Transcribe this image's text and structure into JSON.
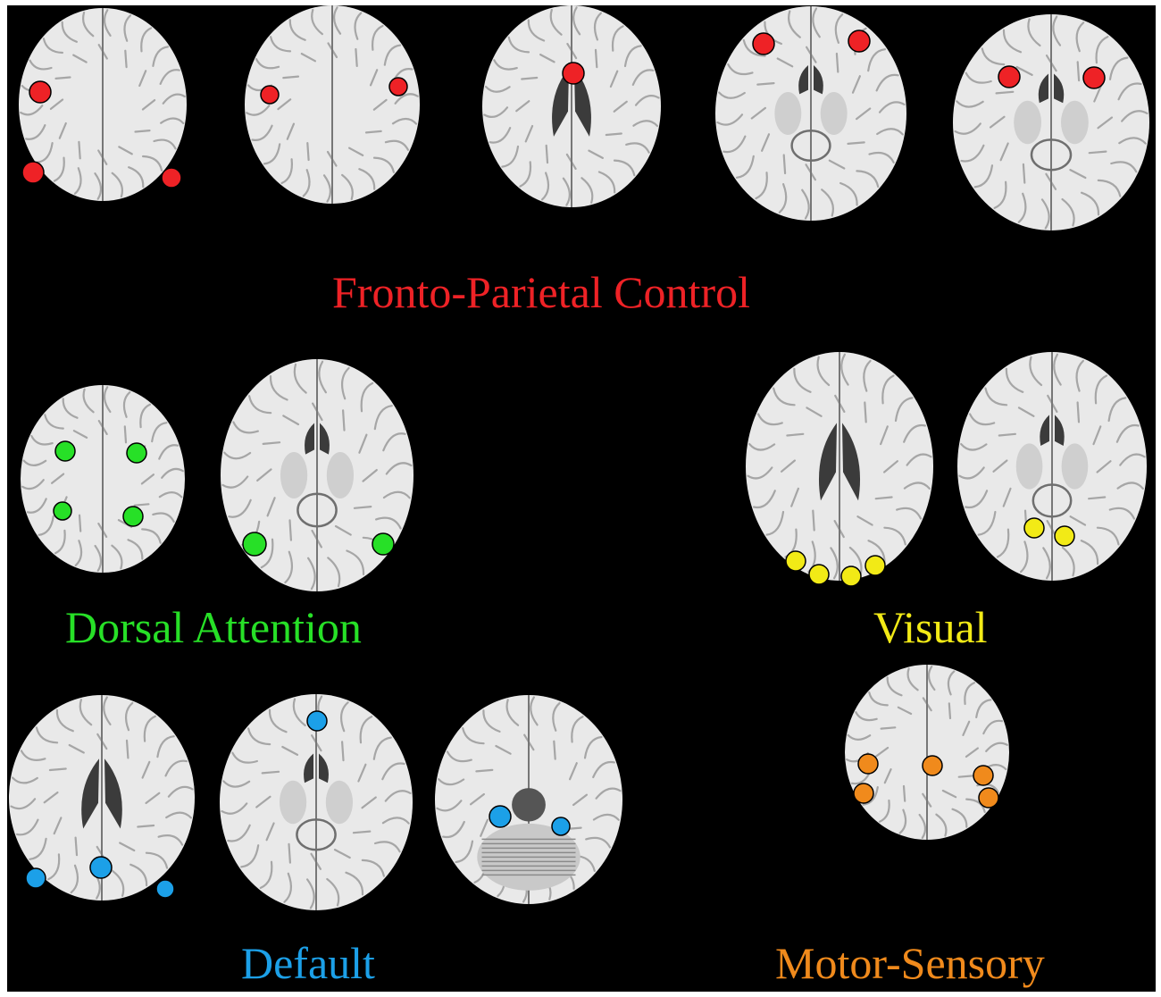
{
  "colors": {
    "fronto_parietal": "#ee2226",
    "dorsal_attention": "#27e027",
    "visual": "#f2ea16",
    "default_network": "#1ca0e8",
    "motor_sensory": "#f08a1c",
    "brain_matter": "#e9e9e9",
    "ventricle": "#3b3b3b",
    "background": "#000000"
  },
  "networks": {
    "fronto_parietal": {
      "label": "Fronto-Parietal Control"
    },
    "dorsal_attention": {
      "label": "Dorsal Attention"
    },
    "visual": {
      "label": "Visual"
    },
    "default_network": {
      "label": "Default"
    },
    "motor_sensory": {
      "label": "Motor-Sensory"
    }
  }
}
